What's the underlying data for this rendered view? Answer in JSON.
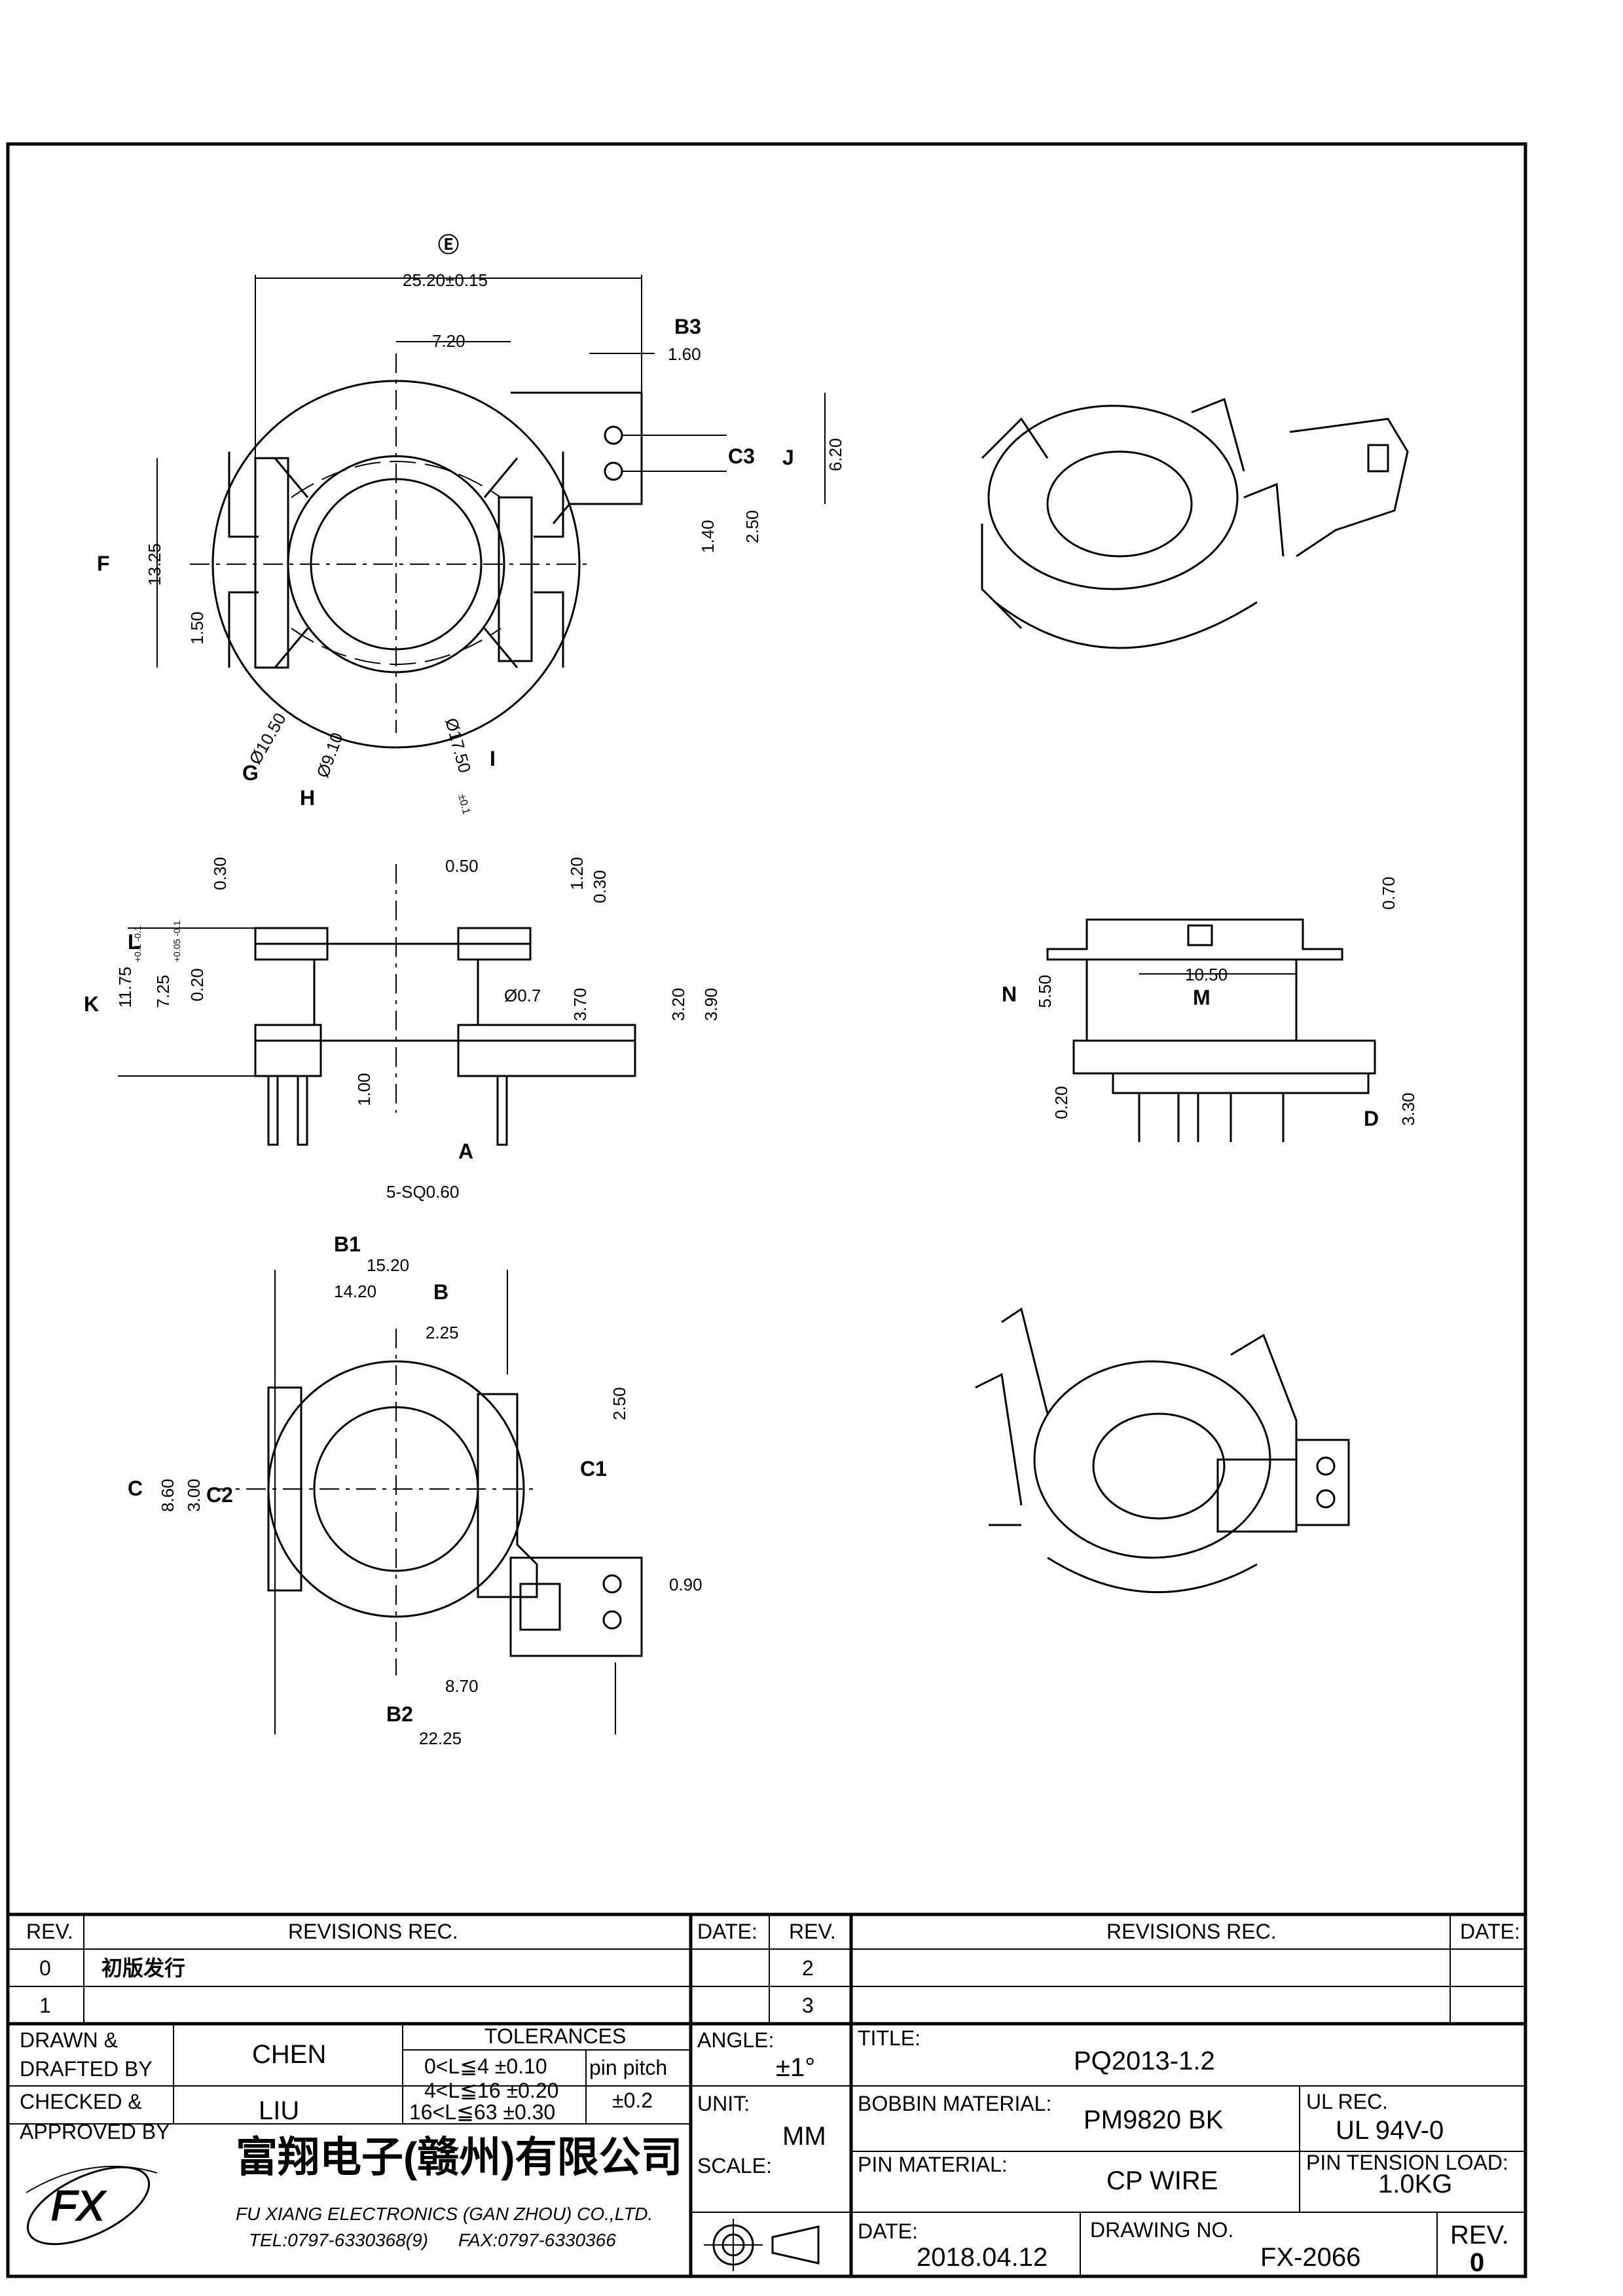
{
  "callouts": {
    "E": "E",
    "B3": "B3",
    "C3": "C3",
    "J": "J",
    "F": "F",
    "G": "G",
    "H": "H",
    "I": "I",
    "L": "L",
    "K": "K",
    "A": "A",
    "N": "N",
    "M": "M",
    "D": "D",
    "B1": "B1",
    "B": "B",
    "C": "C",
    "C2": "C2",
    "C1": "C1",
    "B2": "B2"
  },
  "dimensions": {
    "top_view": {
      "width_e": "25.20±0.15",
      "d_720": "7.20",
      "d_160": "1.60",
      "d_620": "6.20",
      "d_140": "1.40",
      "d_250": "2.50",
      "d_1325": "13.25",
      "d_150": "1.50",
      "dia_g": "Ø10.50",
      "dia_h": "Ø9.10",
      "dia_i": "Ø17.50",
      "dia_i_tol": "±0.1"
    },
    "front_view": {
      "d_030a": "0.30",
      "d_050": "0.50",
      "d_120": "1.20",
      "d_030b": "0.30",
      "d_020": "0.20",
      "d_725": "7.25",
      "d_725_tol": "+0.05 -0.1",
      "d_1175": "11.75",
      "d_1175_tol": "+0.1 -0.1",
      "pin_dia": "Ø0.7",
      "d_370": "3.70",
      "d_320": "3.20",
      "d_390": "3.90",
      "d_100": "1.00",
      "pins": "5-SQ0.60"
    },
    "side_view": {
      "d_070": "0.70",
      "d_550": "5.50",
      "d_1050": "10.50",
      "d_020": "0.20",
      "d_330": "3.30"
    },
    "bottom_view": {
      "d_1520": "15.20",
      "d_1420": "14.20",
      "d_225": "2.25",
      "d_250": "2.50",
      "d_860": "8.60",
      "d_300": "3.00",
      "d_090": "0.90",
      "d_870": "8.70",
      "d_2225": "22.25"
    }
  },
  "title_block": {
    "rev_header": "REV.",
    "revisions_header": "REVISIONS   REC.",
    "date_header": "DATE:",
    "rev_rows_left": [
      {
        "rev": "0",
        "text": "初版发行"
      },
      {
        "rev": "1",
        "text": ""
      }
    ],
    "rev_rows_right": [
      {
        "rev": "2"
      },
      {
        "rev": "3"
      }
    ],
    "drawn_label": "DRAWN &\nDRAFTED BY",
    "drawn_label_1": "DRAWN  &",
    "drawn_label_2": "DRAFTED  BY",
    "drawn_value": "CHEN",
    "checked_label_1": "CHECKED  &",
    "checked_label_2": "APPROVED  BY",
    "checked_value": "LIU",
    "tolerances_header": "TOLERANCES",
    "tol_1": "0<L≦4   ±0.10",
    "tol_2": "4<L≦16  ±0.20",
    "tol_3": "16<L≦63  ±0.30",
    "pin_pitch_label": "pin  pitch",
    "pin_pitch_value": "±0.2",
    "angle_label": "ANGLE:",
    "angle_value": "±1°",
    "unit_label": "UNIT:",
    "unit_value": "MM",
    "scale_label": "SCALE:",
    "title_label": "TITLE:",
    "title_value": "PQ2013-1.2",
    "bobbin_label": "BOBBIN  MATERIAL:",
    "bobbin_value": "PM9820  BK",
    "ul_label": "UL  REC.",
    "ul_value": "UL  94V-0",
    "pin_material_label": "PIN  MATERIAL:",
    "pin_material_value": "CP  WIRE",
    "pin_tension_label": "PIN  TENSION  LOAD:",
    "pin_tension_value": "1.0KG",
    "date_label": "DATE:",
    "date_value": "2018.04.12",
    "drawing_no_label": "DRAWING  NO.",
    "drawing_no_value": "FX-2066",
    "rev_label": "REV.",
    "rev_value": "0",
    "company_cn": "富翔电子(赣州)有限公司",
    "company_en": "FU XIANG ELECTRONICS (GAN ZHOU) CO.,LTD.",
    "tel": "TEL:0797-6330368(9)",
    "fax": "FAX:0797-6330366",
    "logo_text": "FX"
  }
}
